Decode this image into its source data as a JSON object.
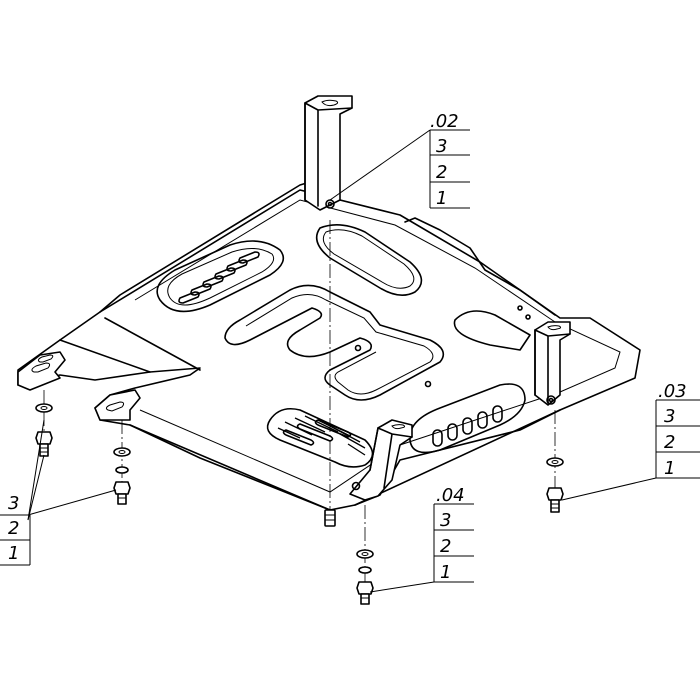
{
  "callouts": {
    "left": {
      "lines": [
        "3",
        "2",
        "1"
      ]
    },
    "c02": {
      "label": ".02",
      "lines": [
        "3",
        "2",
        "1"
      ]
    },
    "c03": {
      "label": ".03",
      "lines": [
        "3",
        "2",
        "1"
      ]
    },
    "c04": {
      "label": ".04",
      "lines": [
        "3",
        "2",
        "1"
      ]
    }
  }
}
